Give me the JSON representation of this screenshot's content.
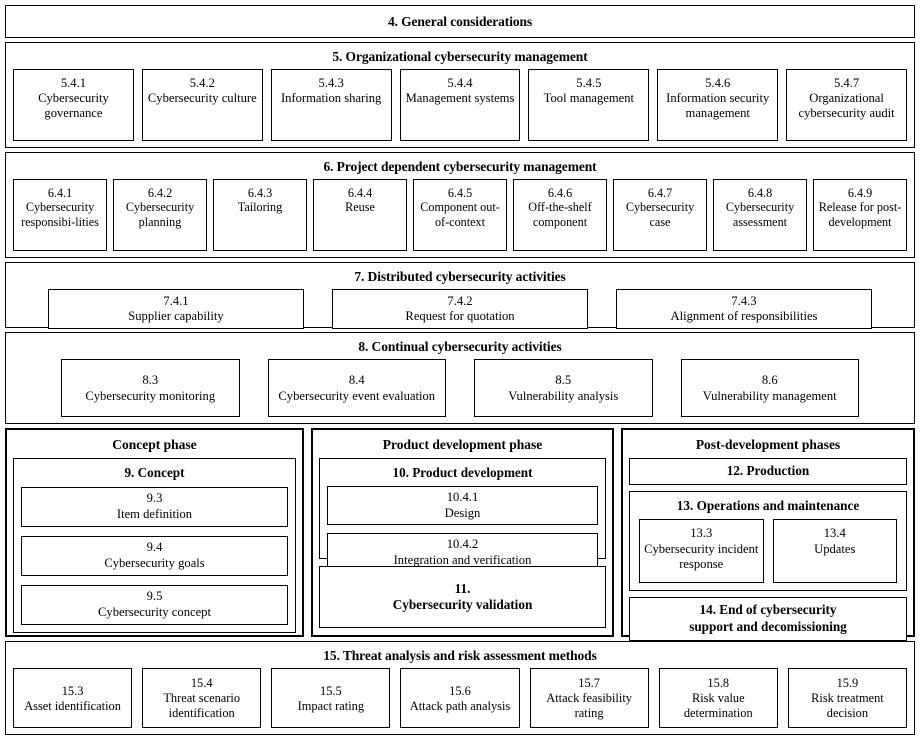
{
  "title": "ISO/SAE 21434 road vehicles cybersecurity engineering structure",
  "sections": {
    "general": {
      "heading": "4. General considerations"
    },
    "organizational": {
      "heading": "5. Organizational cybersecurity management",
      "items": [
        {
          "num": "5.4.1",
          "label": "Cybersecurity governance"
        },
        {
          "num": "5.4.2",
          "label": "Cybersecurity culture"
        },
        {
          "num": "5.4.3",
          "label": "Information sharing"
        },
        {
          "num": "5.4.4",
          "label": "Management systems"
        },
        {
          "num": "5.4.5",
          "label": "Tool management"
        },
        {
          "num": "5.4.6",
          "label": "Information security management"
        },
        {
          "num": "5.4.7",
          "label": "Organizational cybersecurity audit"
        }
      ]
    },
    "project_dependent": {
      "heading": "6. Project dependent cybersecurity management",
      "items": [
        {
          "num": "6.4.1",
          "label": "Cybersecurity responsibi-lities"
        },
        {
          "num": "6.4.2",
          "label": "Cybersecurity planning"
        },
        {
          "num": "6.4.3",
          "label": "Tailoring"
        },
        {
          "num": "6.4.4",
          "label": "Reuse"
        },
        {
          "num": "6.4.5",
          "label": "Component out-of-context"
        },
        {
          "num": "6.4.6",
          "label": "Off-the-shelf component"
        },
        {
          "num": "6.4.7",
          "label": "Cybersecurity case"
        },
        {
          "num": "6.4.8",
          "label": "Cybersecurity assessment"
        },
        {
          "num": "6.4.9",
          "label": "Release for post-development"
        }
      ]
    },
    "distributed": {
      "heading": "7. Distributed cybersecurity activities",
      "items": [
        {
          "num": "7.4.1",
          "label": "Supplier capability"
        },
        {
          "num": "7.4.2",
          "label": "Request for quotation"
        },
        {
          "num": "7.4.3",
          "label": "Alignment of responsibilities"
        }
      ]
    },
    "continual": {
      "heading": "8. Continual cybersecurity activities",
      "items": [
        {
          "num": "8.3",
          "label": "Cybersecurity monitoring"
        },
        {
          "num": "8.4",
          "label": "Cybersecurity event evaluation"
        },
        {
          "num": "8.5",
          "label": "Vulnerability analysis"
        },
        {
          "num": "8.6",
          "label": "Vulnerability management"
        }
      ]
    },
    "concept_phase": {
      "heading": "Concept phase",
      "clause": {
        "heading": "9. Concept",
        "items": [
          {
            "num": "9.3",
            "label": "Item definition"
          },
          {
            "num": "9.4",
            "label": "Cybersecurity goals"
          },
          {
            "num": "9.5",
            "label": "Cybersecurity concept"
          }
        ]
      }
    },
    "product_development_phase": {
      "heading": "Product development phase",
      "clause": {
        "heading": "10. Product development",
        "items": [
          {
            "num": "10.4.1",
            "label": "Design"
          },
          {
            "num": "10.4.2",
            "label": "Integration and verification"
          }
        ]
      },
      "validation": {
        "num": "11.",
        "label": "Cybersecurity validation"
      }
    },
    "post_development_phases": {
      "heading": "Post-development phases",
      "production": {
        "label": "12. Production"
      },
      "operations": {
        "heading": "13. Operations and maintenance",
        "items": [
          {
            "num": "13.3",
            "label": "Cybersecurity incident response"
          },
          {
            "num": "13.4",
            "label": "Updates"
          }
        ]
      },
      "end_of_life": {
        "line1": "14. End of cybersecurity",
        "line2": "support and decomissioning"
      }
    },
    "tara": {
      "heading": "15. Threat analysis and risk assessment methods",
      "items": [
        {
          "num": "15.3",
          "label": "Asset identification"
        },
        {
          "num": "15.4",
          "label": "Threat scenario identification"
        },
        {
          "num": "15.5",
          "label": "Impact rating"
        },
        {
          "num": "15.6",
          "label": "Attack path analysis"
        },
        {
          "num": "15.7",
          "label": "Attack feasibility rating"
        },
        {
          "num": "15.8",
          "label": "Risk value determination"
        },
        {
          "num": "15.9",
          "label": "Risk treatment decision"
        }
      ]
    }
  },
  "colors": {
    "border": "#000000",
    "background": "#ffffff",
    "text": "#000000"
  }
}
